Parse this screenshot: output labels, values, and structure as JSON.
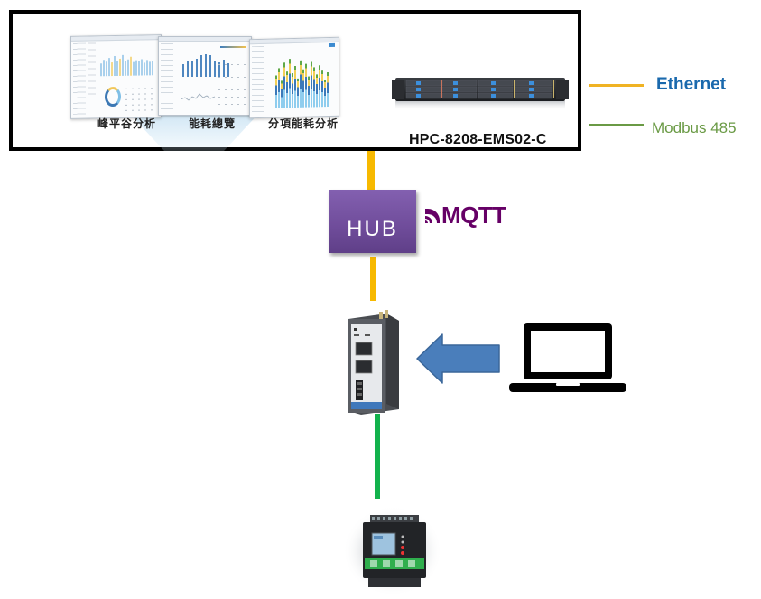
{
  "diagram": {
    "title": "Energy management system network topology",
    "server": {
      "label": "HPC-8208-EMS02-C",
      "dashboards": [
        {
          "caption": "峰平谷分析",
          "kind": "peak-valley-analysis"
        },
        {
          "caption": "能耗總覽",
          "kind": "energy-overview"
        },
        {
          "caption": "分項能耗分析",
          "kind": "itemized-energy-analysis"
        }
      ]
    },
    "legend": [
      {
        "label": "Ethernet",
        "color": "#f0b323",
        "text_color": "#1a69ad"
      },
      {
        "label": "Modbus 485",
        "color": "#6a9a45",
        "text_color": "#6a9a45"
      }
    ],
    "hub": {
      "label": "HUB",
      "color": "#7150a0"
    },
    "protocol": {
      "label": "MQTT",
      "icon": "mqtt-signal-icon",
      "color": "#660066"
    },
    "gateway": {
      "icon": "din-rail-gateway-icon"
    },
    "laptop": {
      "icon": "laptop-icon"
    },
    "arrow": {
      "icon": "left-arrow-icon",
      "color": "#4a7ebb"
    },
    "meter": {
      "icon": "power-meter-icon"
    },
    "connections": [
      {
        "from": "server",
        "to": "hub",
        "type": "Ethernet"
      },
      {
        "from": "hub",
        "to": "gateway",
        "type": "Ethernet"
      },
      {
        "from": "laptop",
        "to": "gateway",
        "type": "configuration"
      },
      {
        "from": "gateway",
        "to": "meter",
        "type": "Modbus 485"
      }
    ]
  }
}
